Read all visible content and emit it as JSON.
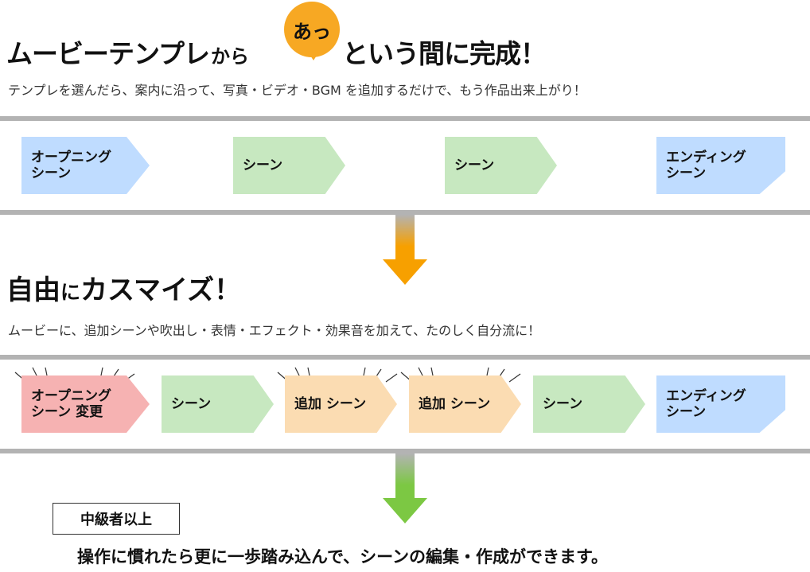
{
  "section1": {
    "title_part1": "ムービーテンプレ",
    "title_kara": "から",
    "bubble": "あっ",
    "title_part2": "という間に完成！",
    "subtitle": "テンプレを選んだら、案内に沿って、写真・ビデオ・BGM を追加するだけで、もう作品出来上がり！"
  },
  "row1": [
    {
      "label": "オープニング\nシーン",
      "color": "#bfdcff"
    },
    {
      "label": "シーン",
      "color": "#c7e8c0"
    },
    {
      "label": "シーン",
      "color": "#c7e8c0"
    },
    {
      "label": "エンディング\nシーン",
      "color": "#bfdcff"
    }
  ],
  "section2": {
    "title_part1": "自由",
    "title_ni": "に",
    "title_part2": "カスマイズ！",
    "subtitle": "ムービーに、追加シーンや吹出し・表情・エフェクト・効果音を加えて、たのしく自分流に！"
  },
  "row2": [
    {
      "label": "オープニング\nシーン 変更",
      "color": "#f6b2b2"
    },
    {
      "label": "シーン",
      "color": "#c7e8c0"
    },
    {
      "label": "追加 シーン",
      "color": "#fbdcb2"
    },
    {
      "label": "追加 シーン",
      "color": "#fbdcb2"
    },
    {
      "label": "シーン",
      "color": "#c7e8c0"
    },
    {
      "label": "エンディング\nシーン",
      "color": "#bfdcff"
    }
  ],
  "section3": {
    "badge": "中級者以上",
    "text": "操作に慣れたら更に一歩踏み込んで、シーンの編集・作成ができます。"
  },
  "colors": {
    "arrow1": "#f7a000",
    "arrow2": "#7cc843",
    "bar": "#b3b3b3"
  }
}
